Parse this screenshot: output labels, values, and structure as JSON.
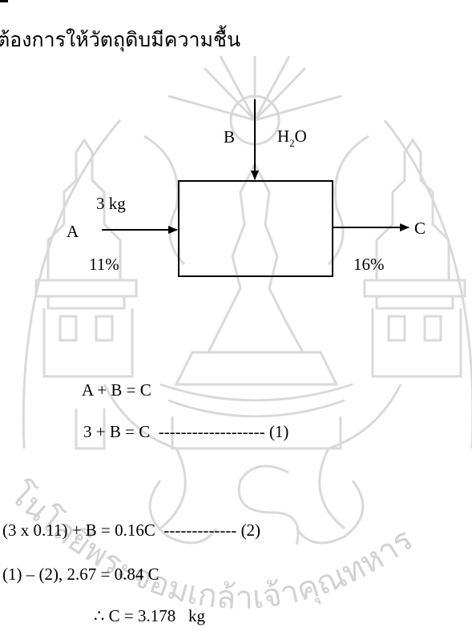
{
  "heading": "ต้องการให้วัตถุดิบมีความชื้น",
  "watermark": {
    "caption": "โนโลยีพระจอมเกล้าเจ้าคุณทหาร"
  },
  "diagram": {
    "b_label": "B",
    "b_substance": "H",
    "b_subscript": "2",
    "b_substance_tail": "O",
    "a_mass": "3 kg",
    "a_label": "A",
    "a_percent": "11%",
    "c_label": "C",
    "c_percent": "16%"
  },
  "equations": {
    "eq_balance": "A + B = C",
    "eq1": "3 + B = C  ------------------- (1)",
    "eq2": "(3 x 0.11) + B = 0.16C  ------------- (2)",
    "eq3": "(1) – (2), 2.67 = 0.84 C",
    "result": "∴ C = 3.178   kg"
  }
}
